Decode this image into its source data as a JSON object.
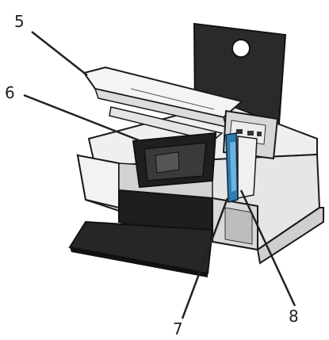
{
  "diagram": {
    "callouts": [
      {
        "id": "callout-5",
        "label": "5"
      },
      {
        "id": "callout-6",
        "label": "6"
      },
      {
        "id": "callout-7",
        "label": "7"
      },
      {
        "id": "callout-8",
        "label": "8"
      }
    ]
  },
  "colors": {
    "outline": "#1a1a1a",
    "body": "#e9e9e9",
    "body_shadow": "#cfcfcf",
    "dark": "#2a2a2a",
    "cartridge_blue": "#2f7fb4"
  }
}
